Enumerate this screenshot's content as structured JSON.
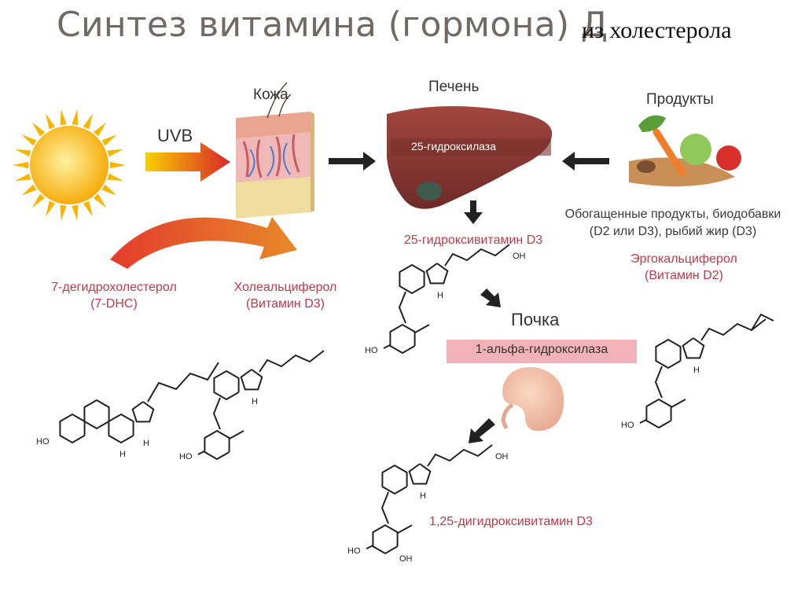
{
  "title": {
    "main": "Синтез витамина (гормона) Д",
    "sub": "из холестерола"
  },
  "labels": {
    "skin": "Кожа",
    "liver": "Печень",
    "products": "Продукты",
    "uvb": "UVB",
    "enzyme_liver": "25-гидроксилаза",
    "products_desc_1": "Обогащенные продукты, биодобавки",
    "products_desc_2": "(D2 или D3), рыбий жир (D3)",
    "hydroxy_d3": "25-гидроксивитамин D3",
    "ergo_1": "Эргокальциферол",
    "ergo_2": "(Витамин D2)",
    "dhc_1": "7-дегидрохолестерол",
    "dhc_2": "(7-DHC)",
    "chole_1": "Холеальциферол",
    "chole_2": "(Витамин D3)",
    "kidney": "Почка",
    "enzyme_kidney": "1-альфа-гидроксилаза",
    "dihydroxy_d3": "1,25-дигидроксивитамин D3"
  },
  "chem": {
    "ho": "HO",
    "oh": "OH",
    "h": "H"
  },
  "colors": {
    "title": "#6f6a66",
    "red_label": "#c2384a",
    "liver": "#8e3a36",
    "enzyme_box": "#f2b3b8",
    "sun": "#f6b800"
  },
  "icons": [
    "sun-icon",
    "skin-icon",
    "liver-icon",
    "food-icon",
    "kidney-icon"
  ]
}
